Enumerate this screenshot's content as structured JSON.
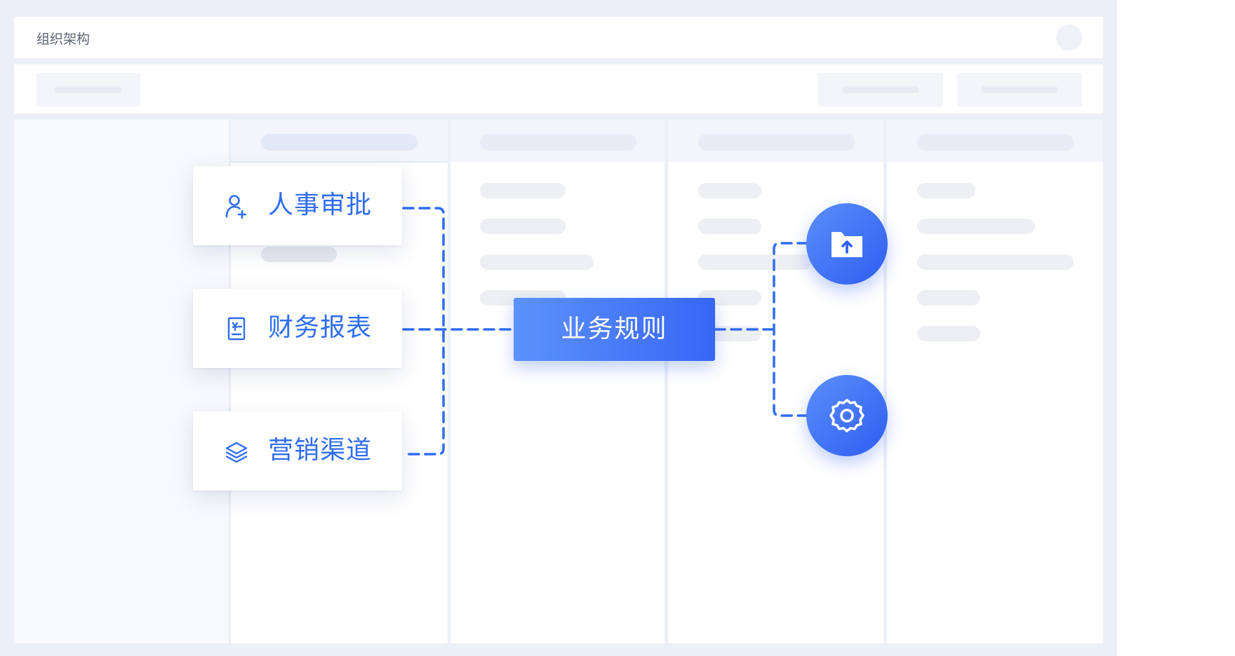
{
  "window": {
    "title": "组织架构"
  },
  "diagram": {
    "sources": [
      {
        "label": "人事审批",
        "icon": "user-add-icon"
      },
      {
        "label": "财务报表",
        "icon": "finance-report-icon"
      },
      {
        "label": "营销渠道",
        "icon": "layers-icon"
      }
    ],
    "hub": {
      "label": "业务规则"
    },
    "outputs": [
      {
        "icon": "folder-upload-icon"
      },
      {
        "icon": "gear-icon"
      }
    ]
  },
  "colors": {
    "accent": "#2f6df0",
    "connector": "#2f6df0",
    "hub_gradient_start": "#5c92fb",
    "hub_gradient_end": "#3766f5",
    "frame_background": "#ebeff8"
  }
}
